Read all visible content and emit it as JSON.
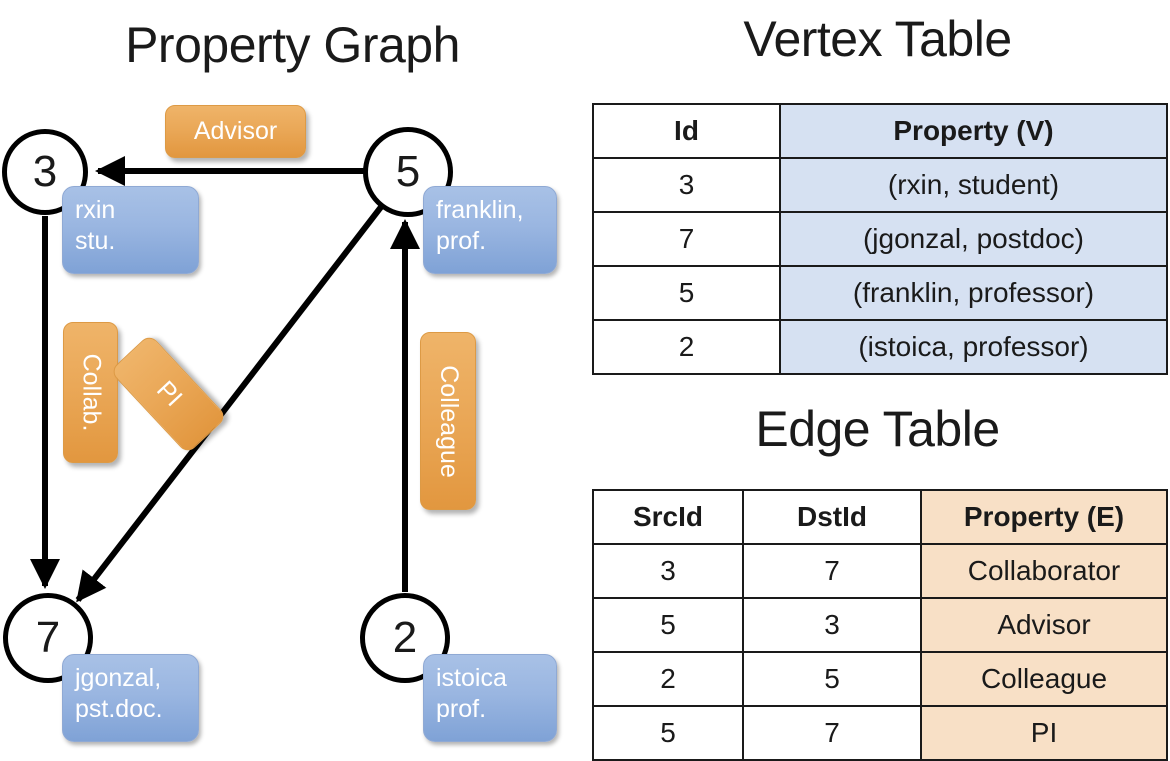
{
  "titles": {
    "property_graph": "Property Graph",
    "vertex_table": "Vertex Table",
    "edge_table": "Edge Table"
  },
  "colors": {
    "vertex_cell": "#d6e1f2",
    "edge_cell": "#f8e0c6",
    "vertex_box": "#9ab6e1",
    "edge_box": "#eaa858",
    "stroke": "#000000"
  },
  "graph": {
    "nodes": [
      {
        "id": "3",
        "label": "3",
        "property": "rxin\nstu."
      },
      {
        "id": "5",
        "label": "5",
        "property": "franklin,\nprof."
      },
      {
        "id": "7",
        "label": "7",
        "property": "jgonzal,\npst.doc."
      },
      {
        "id": "2",
        "label": "2",
        "property": "istoica\nprof."
      }
    ],
    "edge_labels": [
      {
        "id": "advisor",
        "text": "Advisor"
      },
      {
        "id": "collab",
        "text": "Collab."
      },
      {
        "id": "pi",
        "text": "PI"
      },
      {
        "id": "colleague",
        "text": "Colleague"
      }
    ],
    "edges": [
      {
        "src": "5",
        "dst": "3",
        "label": "Advisor"
      },
      {
        "src": "3",
        "dst": "7",
        "label": "Collab."
      },
      {
        "src": "5",
        "dst": "7",
        "label": "PI"
      },
      {
        "src": "2",
        "dst": "5",
        "label": "Colleague"
      }
    ]
  },
  "vertex_table": {
    "headers": [
      "Id",
      "Property (V)"
    ],
    "rows": [
      {
        "id": "3",
        "property": "(rxin, student)"
      },
      {
        "id": "7",
        "property": "(jgonzal, postdoc)"
      },
      {
        "id": "5",
        "property": "(franklin, professor)"
      },
      {
        "id": "2",
        "property": "(istoica, professor)"
      }
    ]
  },
  "edge_table": {
    "headers": [
      "SrcId",
      "DstId",
      "Property (E)"
    ],
    "rows": [
      {
        "src": "3",
        "dst": "7",
        "property": "Collaborator"
      },
      {
        "src": "5",
        "dst": "3",
        "property": "Advisor"
      },
      {
        "src": "2",
        "dst": "5",
        "property": "Colleague"
      },
      {
        "src": "5",
        "dst": "7",
        "property": "PI"
      }
    ]
  }
}
